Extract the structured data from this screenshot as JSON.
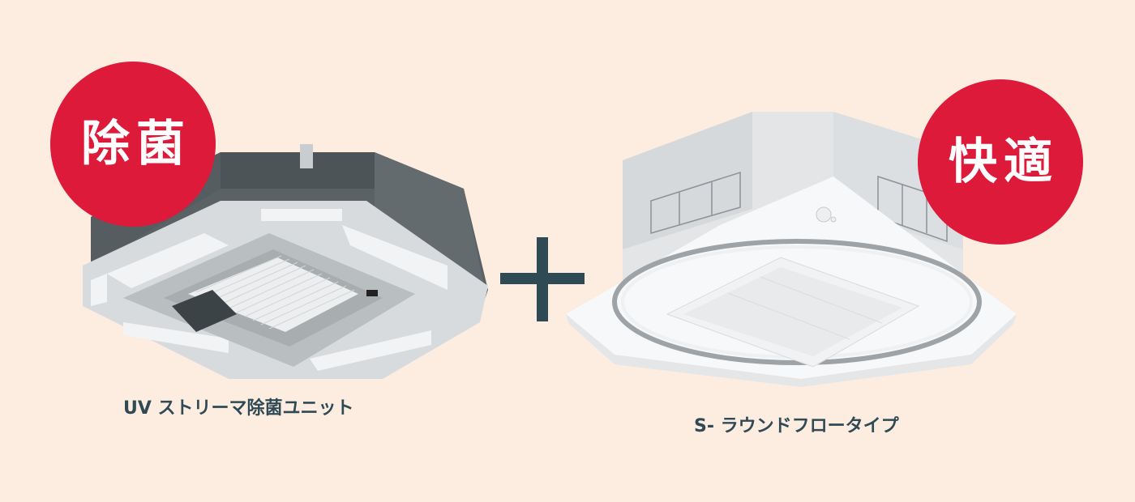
{
  "background_color": "#fdede1",
  "accent_color": "#dd1a3a",
  "text_color": "#2f4a55",
  "left_product": {
    "badge": "除菌",
    "caption": "UV ストリーマ除菌ユニット",
    "image": "ceiling-cassette-unit-with-uv-sterilization-module"
  },
  "operator": {
    "symbol": "+",
    "icon": "plus-icon"
  },
  "right_product": {
    "badge": "快適",
    "caption": "S- ラウンドフロータイプ",
    "image": "round-flow-ceiling-cassette-air-conditioner"
  }
}
